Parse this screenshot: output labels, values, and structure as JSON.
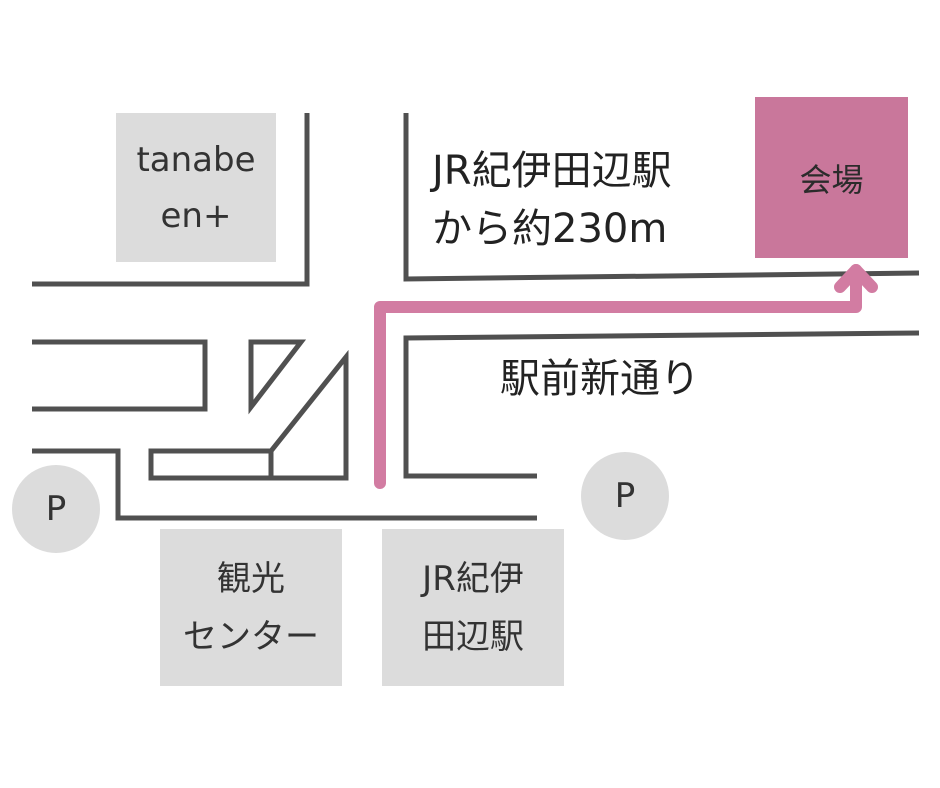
{
  "map": {
    "landmarks": {
      "tanabe_en_plus": "tanabe\nen+",
      "kanko_center": "観光\nセンター",
      "jr_station": "JR紀伊\n田辺駅",
      "venue": "会場"
    },
    "parking": [
      "P",
      "P"
    ],
    "distance_note": "JR紀伊田辺駅\nから約230m",
    "street_name": "駅前新通り"
  },
  "colors": {
    "road_line": "#505050",
    "route": "#d27ca2",
    "venue": "#c9779b",
    "landmark_fill": "#dcdcdc"
  }
}
